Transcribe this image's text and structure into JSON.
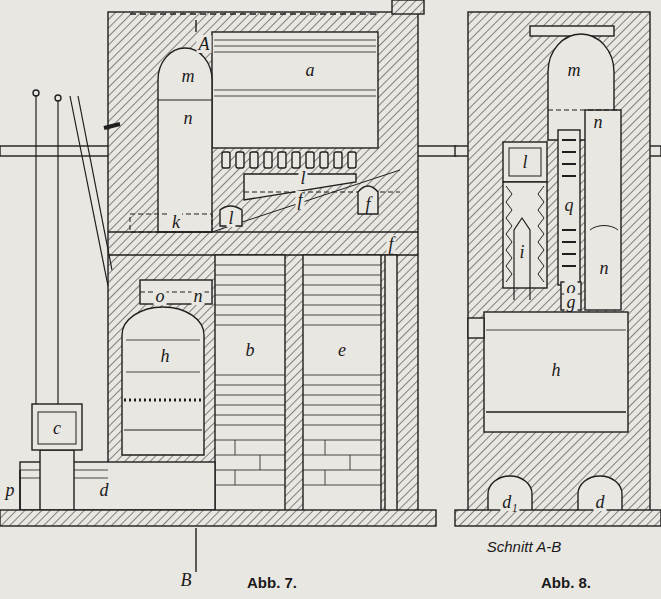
{
  "diagram": {
    "labels": [
      "A",
      "a",
      "m",
      "n",
      "f",
      "l",
      "l",
      "f",
      "k",
      "o",
      "n",
      "f",
      "h",
      "b",
      "e",
      "c",
      "d",
      "p",
      "B",
      "Abb. 7.",
      "m",
      "n",
      "l",
      "q",
      "i",
      "o",
      "g",
      "n",
      "h",
      "d₁",
      "d",
      "Schnitt A-B",
      "Abb. 8."
    ]
  }
}
